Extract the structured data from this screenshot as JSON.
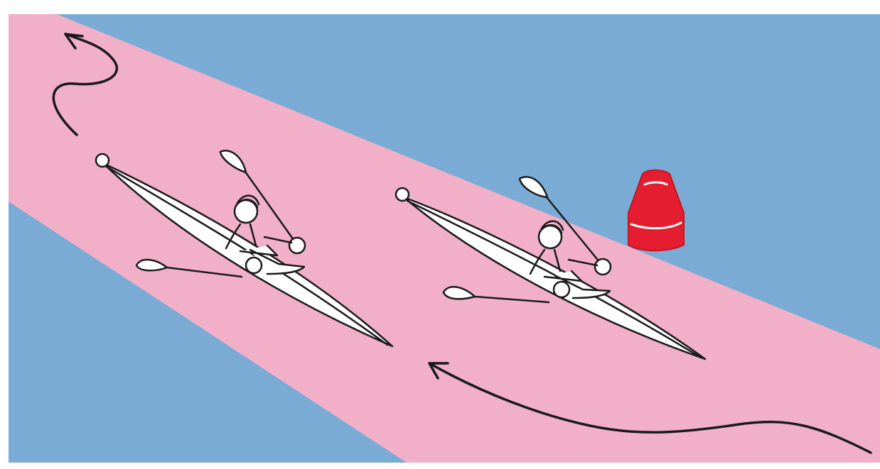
{
  "illustration": {
    "colors": {
      "background": "#ffffff",
      "water": "#7aabd4",
      "lane": "#f1b0c8",
      "outline": "#1a1a1a",
      "kayak_fill": "#ffffff",
      "buoy": "#e41e30",
      "buoy_stripe": "#ffffff"
    },
    "kayaks": [
      {
        "name": "kayak-1"
      },
      {
        "name": "kayak-2"
      }
    ],
    "arrows": [
      {
        "name": "path-arrow-top-left"
      },
      {
        "name": "path-arrow-bottom"
      }
    ],
    "buoy": {
      "name": "turning-buoy"
    }
  }
}
